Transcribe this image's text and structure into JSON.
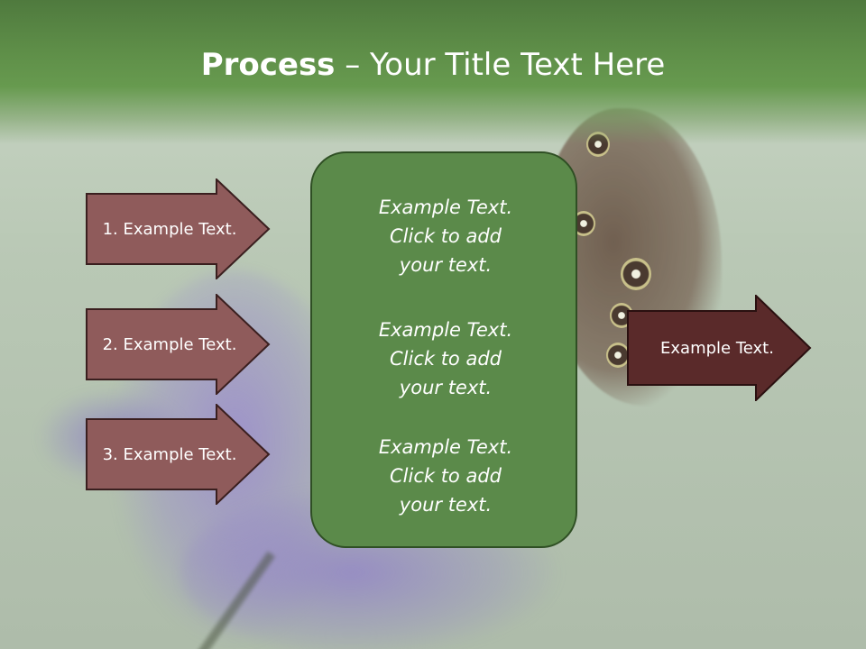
{
  "title": {
    "bold": "Process",
    "rest": " – Your Title Text Here"
  },
  "left_arrows": [
    {
      "label": "1. Example Text."
    },
    {
      "label": "2. Example Text."
    },
    {
      "label": "3. Example Text."
    }
  ],
  "center_box": {
    "paragraphs": [
      {
        "line1": "Example Text.",
        "line2": "Click  to add",
        "line3": "your text."
      },
      {
        "line1": "Example Text.",
        "line2": "Click  to add",
        "line3": "your text."
      },
      {
        "line1": "Example Text.",
        "line2": "Click  to add",
        "line3": "your text."
      }
    ]
  },
  "right_arrow": {
    "label": "Example Text."
  },
  "colors": {
    "title_band": "#5e8e48",
    "left_arrow_fill": "#8f5b5b",
    "right_arrow_fill": "#5a2a2a",
    "center_box_fill": "#5b8a4a",
    "text": "#ffffff"
  }
}
